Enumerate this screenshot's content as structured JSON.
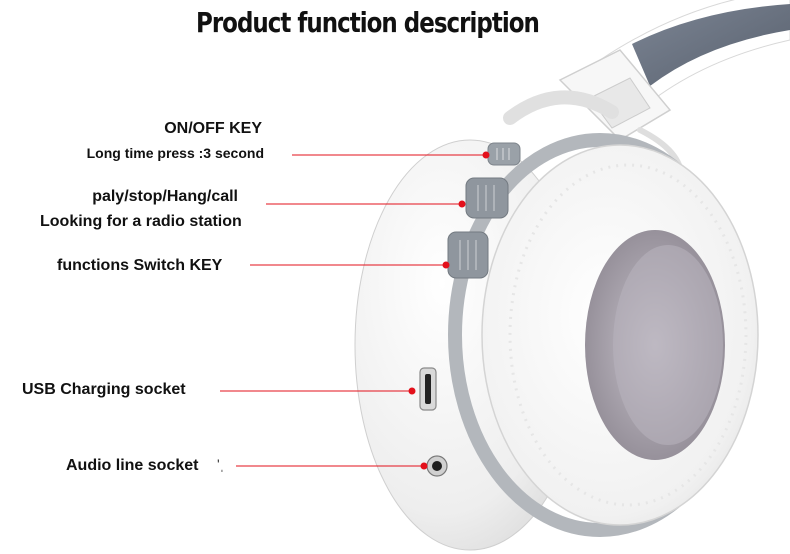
{
  "title": "Product function description",
  "labels": {
    "on_off_key": "ON/OFF KEY",
    "on_off_desc": "Long time press :3 second",
    "play_key": "paly/stop/Hang/call",
    "play_desc": "Looking for a radio station",
    "switch_key": "functions Switch KEY",
    "usb_socket": "USB Charging socket",
    "audio_socket": "Audio line socket"
  },
  "colors": {
    "pointer": "#e3101b",
    "headband_gray": "#6b7585",
    "shell_white": "#f4f4f4",
    "button_gray": "#8f969e",
    "ring_silver": "#aeb3b8",
    "cushion_inner": "#a9a3ad"
  }
}
